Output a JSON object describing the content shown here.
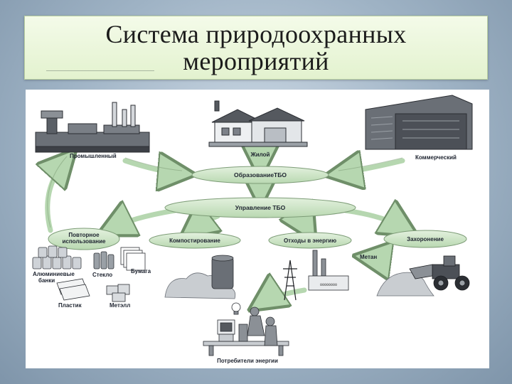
{
  "slide": {
    "title_line1": "Система природоохранных",
    "title_line2": "мероприятий"
  },
  "diagram": {
    "sources": {
      "industrial": "Промышленный",
      "residential": "Жилой",
      "commercial": "Коммерческий"
    },
    "generation": "ОбразованиеТБО",
    "management": "Управление ТБО",
    "methods": {
      "reuse_line1": "Повторное",
      "reuse_line2": "использование",
      "composting": "Компостирование",
      "waste_to_energy": "Отходы в энергию",
      "landfill": "Захоронение"
    },
    "materials": {
      "aluminum_line1": "Алюминиевые",
      "aluminum_line2": "банки",
      "glass": "Стекло",
      "paper": "Бумага",
      "plastic": "Пластик",
      "metal": "Метэлл"
    },
    "methane": "Метан",
    "consumers": "Потребители энергии",
    "plant_sign": "00000000"
  },
  "colors": {
    "arrow_fill": "#b6d7b0",
    "arrow_stroke": "#6f8f69",
    "ellipse_fill": "#c9e2c2",
    "title_bg": "#e8f5d8"
  }
}
